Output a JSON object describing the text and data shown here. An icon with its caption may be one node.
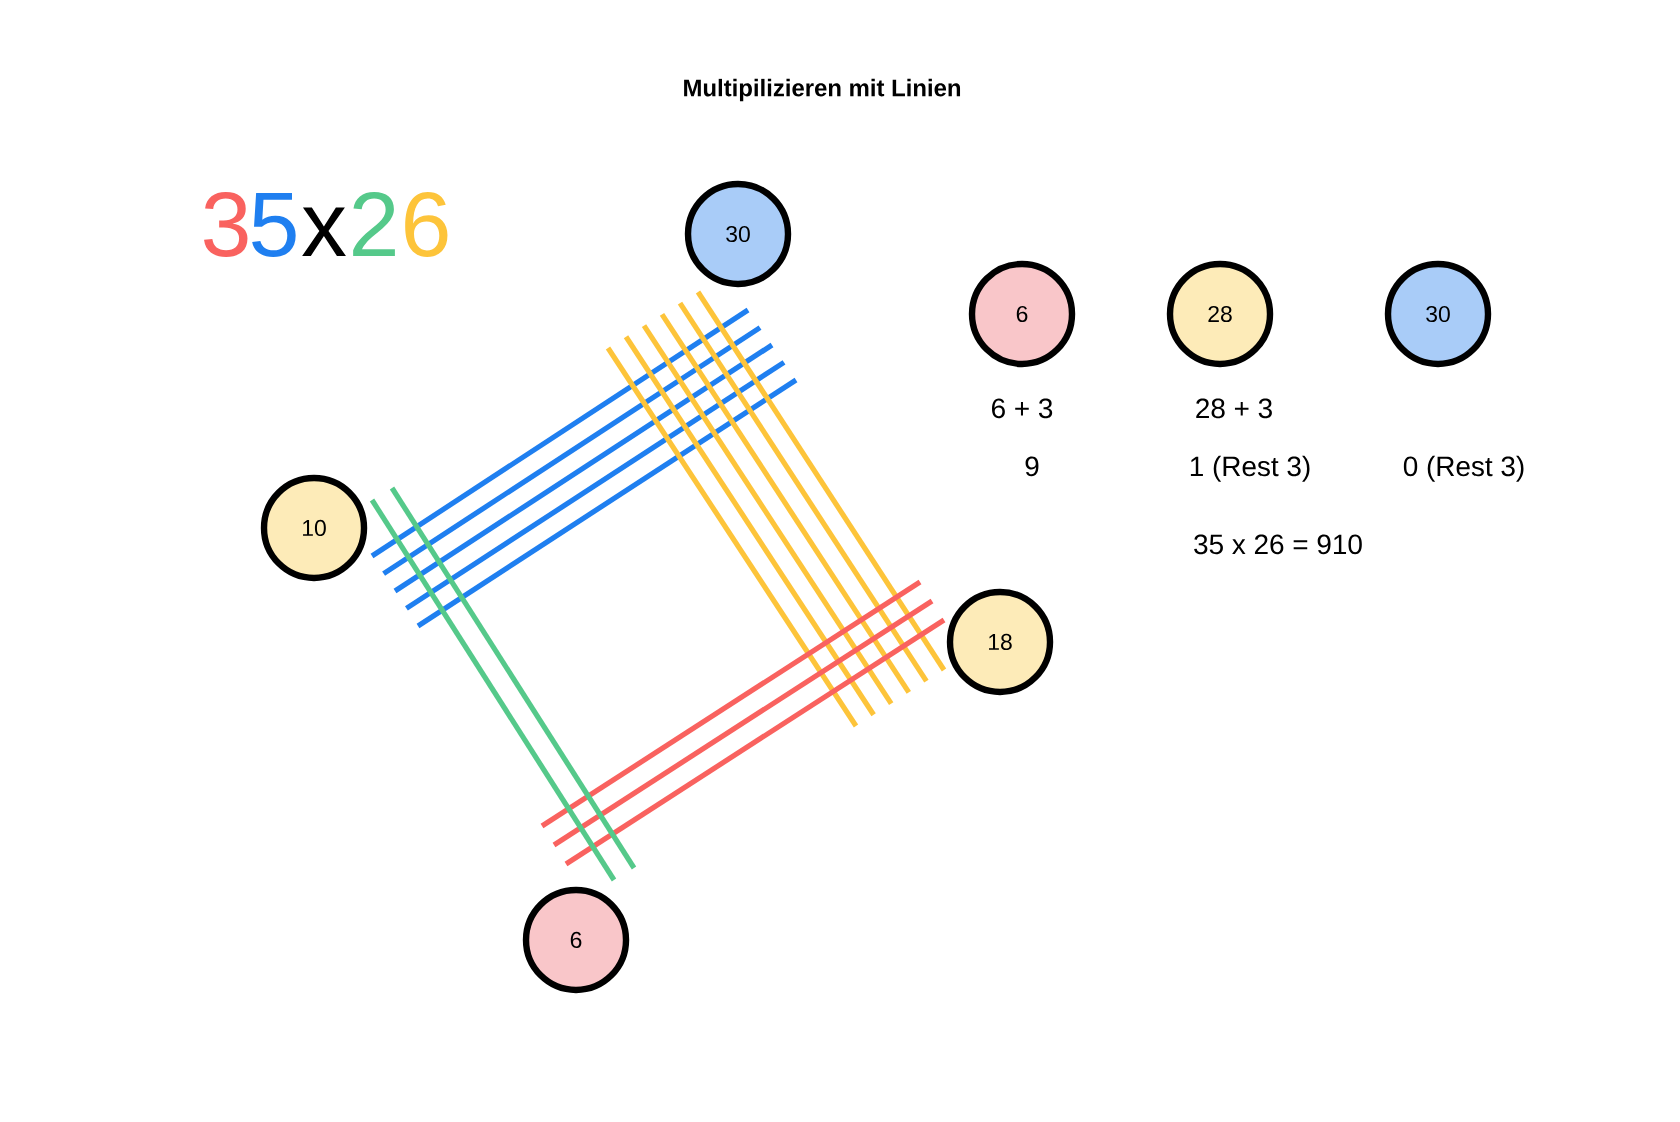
{
  "diagram": {
    "title": "Multipilizieren mit Linien",
    "nodes": [
      {
        "text": [
          "30"
        ]
      },
      {
        "text": [
          "6"
        ]
      },
      {
        "text": [
          "28"
        ]
      },
      {
        "text": [
          "30"
        ]
      },
      {
        "text": [
          "10"
        ]
      },
      {
        "text": [
          "18"
        ]
      },
      {
        "text": [
          "6"
        ]
      }
    ],
    "labels": [
      "3",
      "5",
      "x",
      "2",
      "6",
      "6 + 3",
      "28 + 3",
      "9",
      "1 (Rest 3)",
      "0 (Rest 3)",
      "35 x 26 = 910"
    ]
  }
}
